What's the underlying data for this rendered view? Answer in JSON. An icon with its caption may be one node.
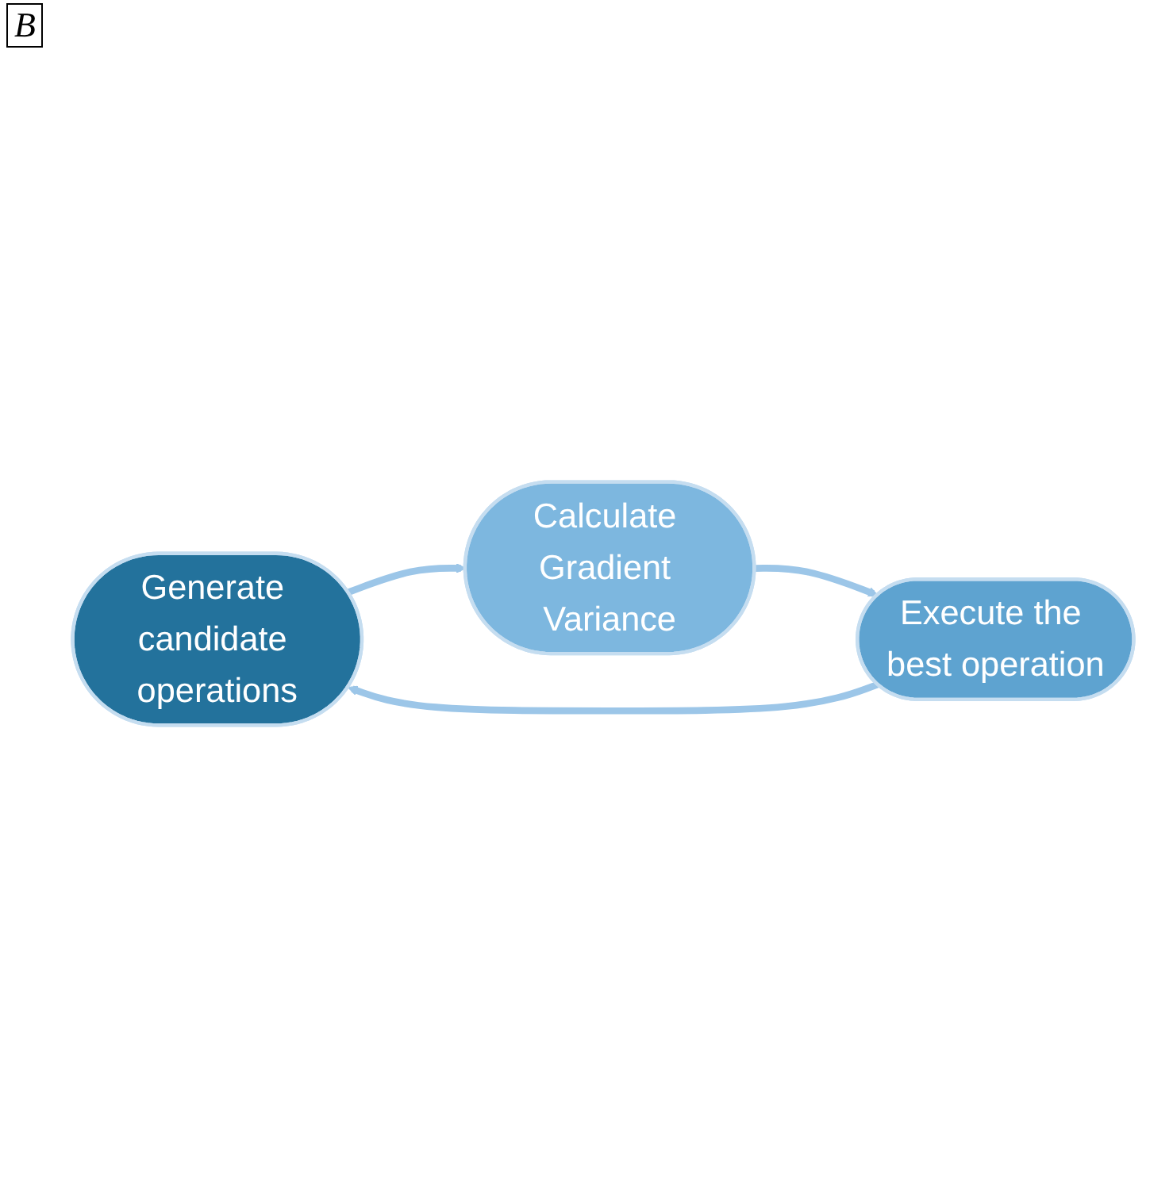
{
  "diagram": {
    "nodes": [
      {
        "text": [
          "Generate candidate operations"
        ]
      },
      {
        "text": [
          "Calculate Gradient Variance"
        ]
      },
      {
        "text": [
          "Execute the best operation"
        ]
      }
    ],
    "edges": [
      {
        "from": 0,
        "to": 1,
        "arrow": "to"
      },
      {
        "from": 1,
        "to": 2,
        "arrow": "to"
      },
      {
        "from": 2,
        "to": 0,
        "arrow": "to"
      }
    ],
    "labels": [
      "B"
    ]
  }
}
